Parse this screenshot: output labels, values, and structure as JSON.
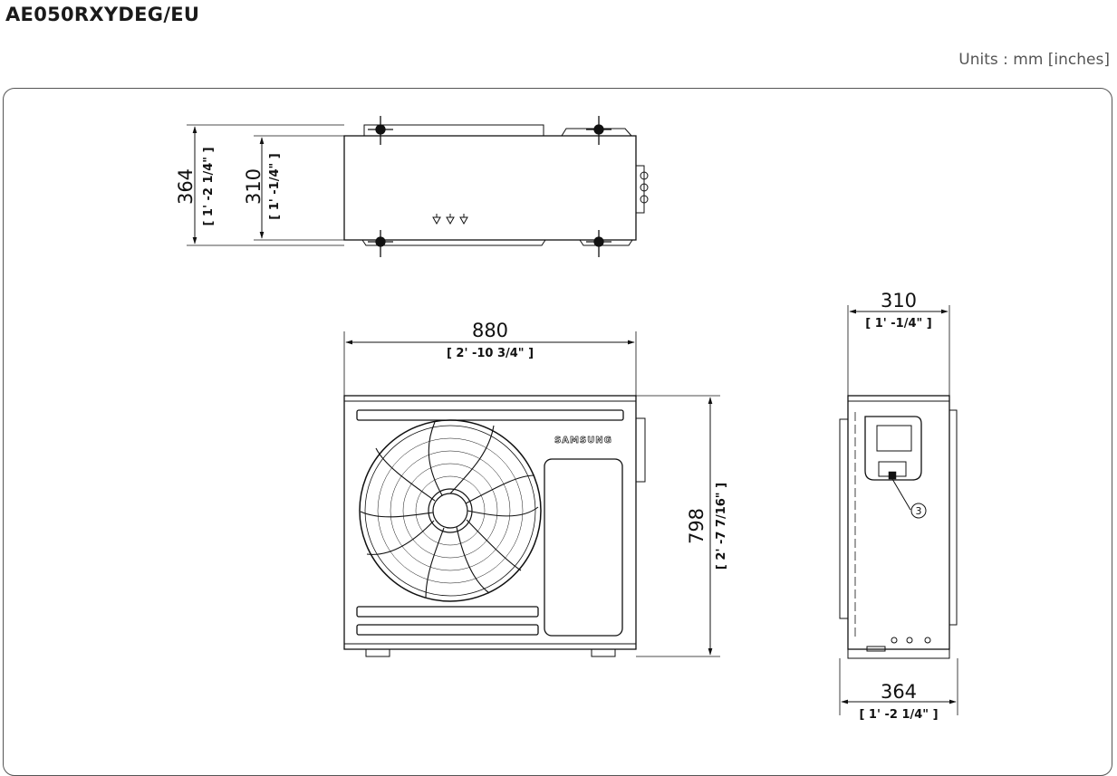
{
  "model": "AE050RXYDEG/EU",
  "units": "Units : mm [inches]",
  "views": {
    "top": {
      "depth_total": "364",
      "depth_total_in": "[ 1' -2 1/4\" ]",
      "depth_body": "310",
      "depth_body_in": "[ 1' -1/4\" ]"
    },
    "front": {
      "width": "880",
      "width_in": "[ 2' -10 3/4\" ]",
      "height": "798",
      "height_in": "[ 2' -7 7/16\" ]",
      "brand_label": "SAMSUNG"
    },
    "side": {
      "depth_body": "310",
      "depth_body_in": "[ 1' -1/4\" ]",
      "depth_total": "364",
      "depth_total_in": "[ 1' -2 1/4\" ]",
      "callout": "3"
    }
  }
}
